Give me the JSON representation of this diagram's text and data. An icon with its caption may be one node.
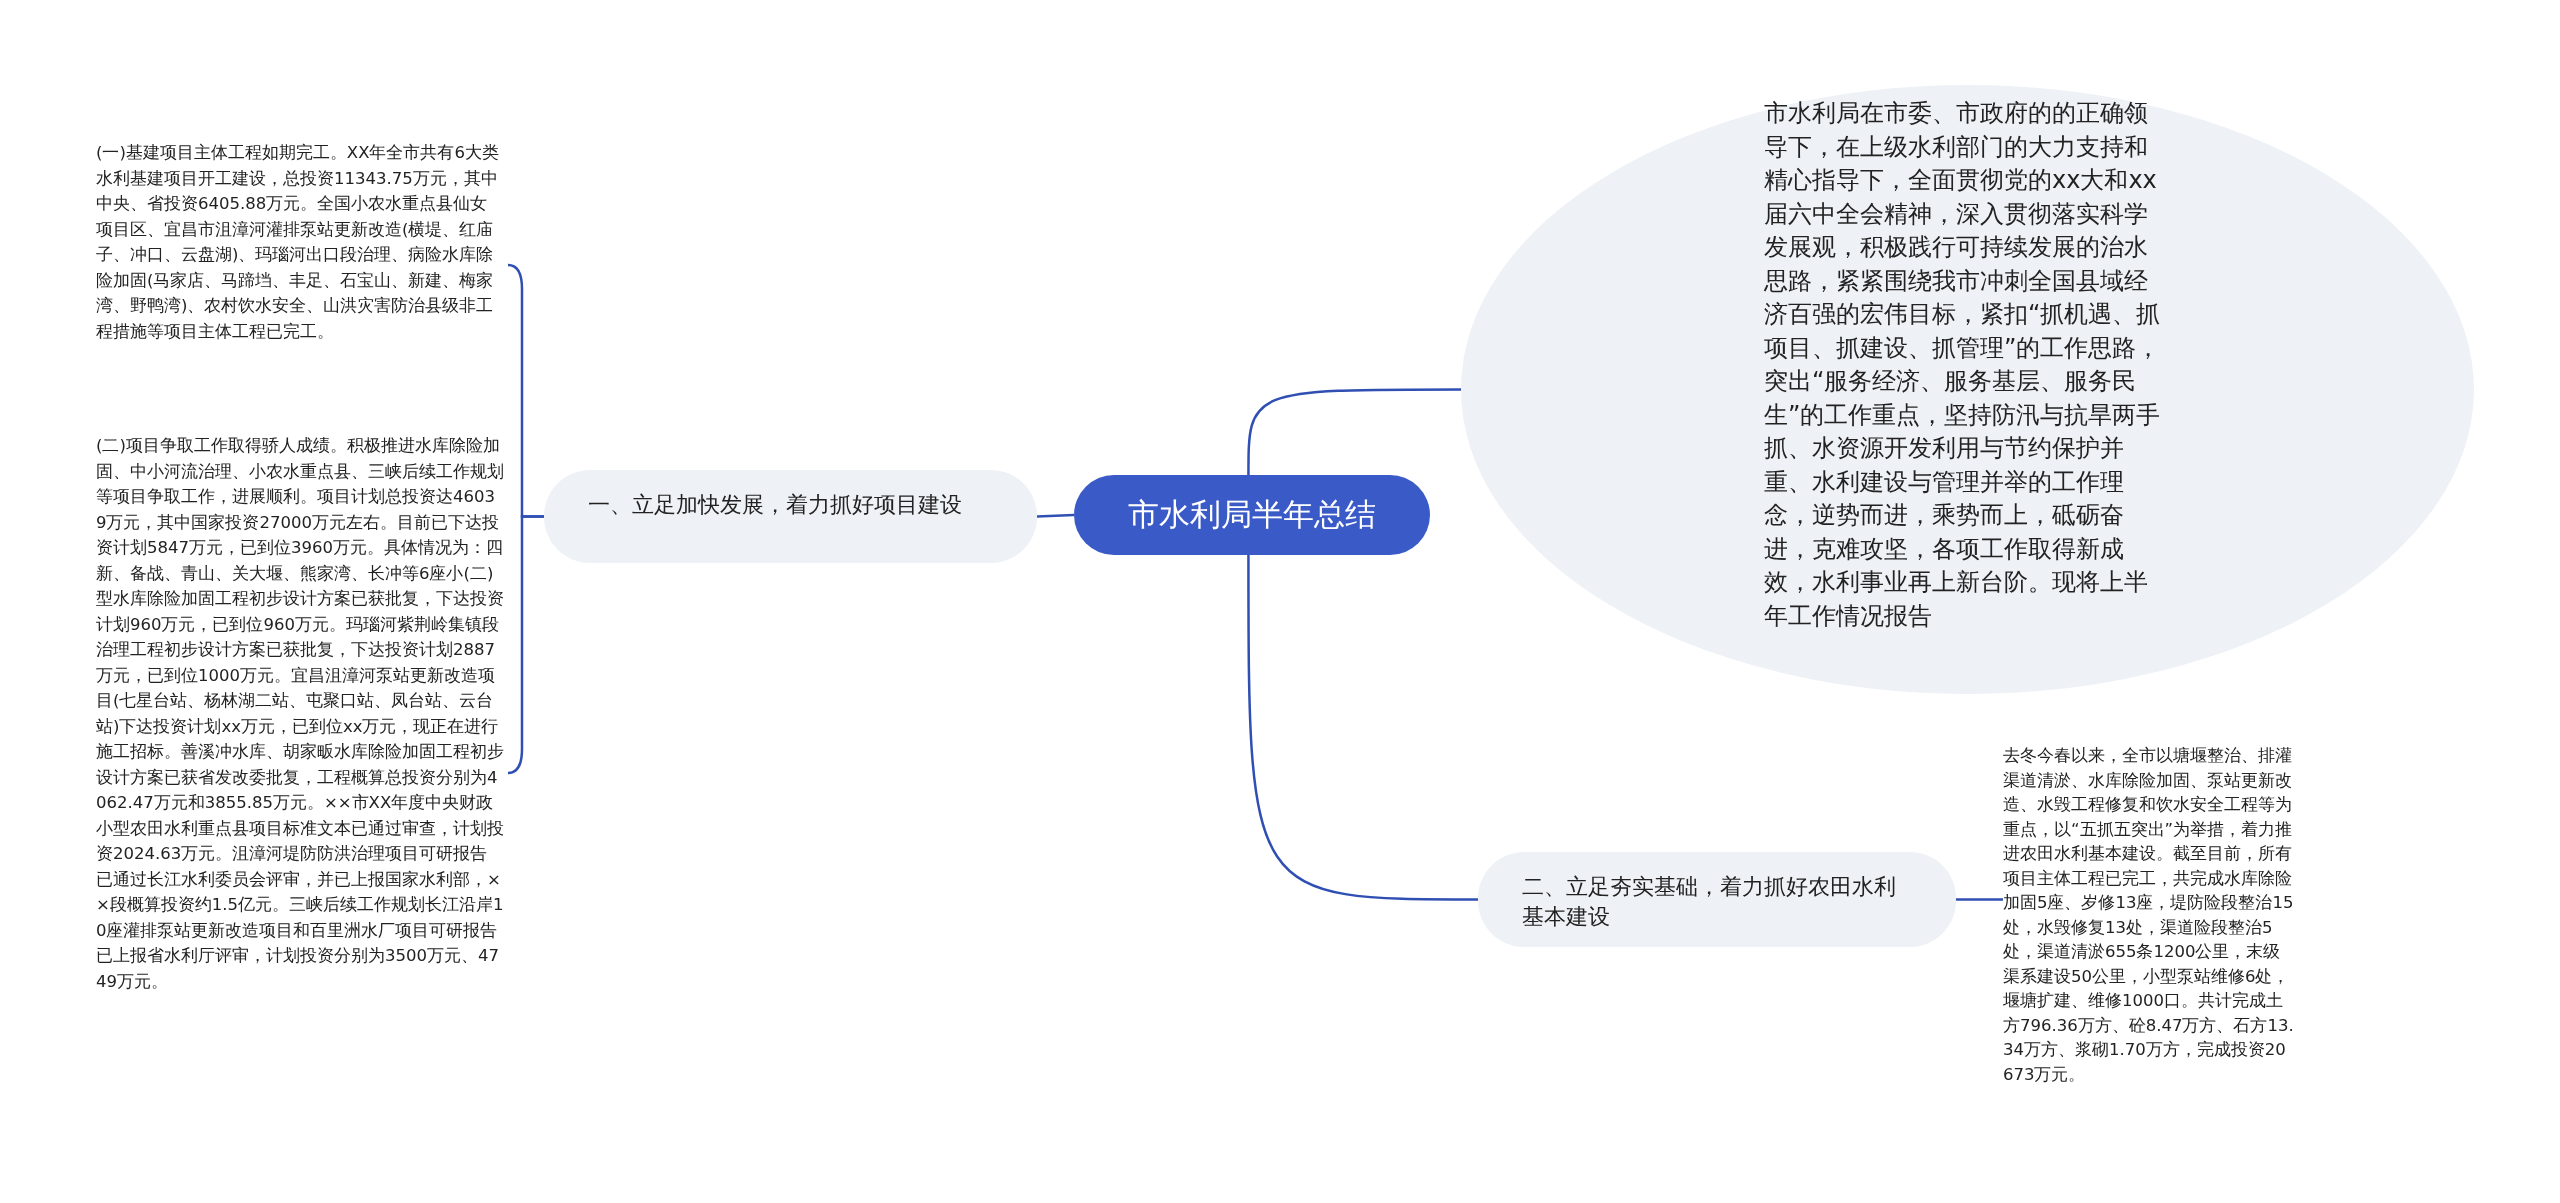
{
  "diagram": {
    "nodes": [
      {
        "text": [
          "市水利局半年总结"
        ]
      },
      {
        "text": [
          "一、立足加快发展，着力抓好项目建设"
        ]
      },
      {
        "text": [
          "(一)基建项目主体工程如期完工。XX年全市共有6大类水利基建项目开工建设，总投资11343.75万元，其中中央、省投资6405.88万元。全国小农水重点县仙女项目区、宜昌市沮漳河灌排泵站更新改造(横堤、红庙子、冲口、云盘湖)、玛瑙河出口段治理、病险水库除险加固(马家店、马蹄垱、丰足、石宝山、新建、梅家湾、野鸭湾)、农村饮水安全、山洪灾害防治县级非工程措施等项目主体工程已完工。"
        ]
      },
      {
        "text": [
          "(二)项目争取工作取得骄人成绩。积极推进水库除险加固、中小河流治理、小农水重点县、三峡后续工作规划等项目争取工作，进展顺利。项目计划总投资达46039万元，其中国家投资27000万元左右。目前已下达投资计划5847万元，已到位3960万元。具体情况为：四新、备战、青山、关大堰、熊家湾、长冲等6座小(二)型水库除险加固工程初步设计方案已获批复，下达投资计划960万元，已到位960万元。玛瑙河紫荆岭集镇段治理工程初步设计方案已获批复，下达投资计划2887万元，已到位1000万元。宜昌沮漳河泵站更新改造项目(七星台站、杨林湖二站、屯聚口站、凤台站、云台站)下达投资计划xx万元，已到位xx万元，现正在进行施工招标。善溪冲水库、胡家畈水库除险加固工程初步设计方案已获省发改委批复，工程概算总投资分别为4062.47万元和3855.85万元。××市XX年度中央财政小型农田水利重点县项目标准文本已通过审查，计划投资2024.63万元。沮漳河堤防防洪治理项目可研报告已通过长江水利委员会评审，并已上报国家水利部，××段概算投资约1.5亿元。三峡后续工作规划长江沿岸10座灌排泵站更新改造项目和百里洲水厂项目可研报告已上报省水利厅评审，计划投资分别为3500万元、4749万元。"
        ]
      },
      {
        "text": [
          "市水利局在市委、市政府的的正确领导下，在上级水利部门的大力支持和精心指导下，全面贯彻党的xx大和xx届六中全会精神，深入贯彻落实科学发展观，积极践行可持续发展的治水思路，紧紧围绕我市冲刺全国县域经济百强的宏伟目标，紧扣“抓机遇、抓项目、抓建设、抓管理”的工作思路，突出“服务经济、服务基层、服务民生”的工作重点，坚持防汛与抗旱两手抓、水资源开发利用与节约保护并重、水利建设与管理并举的工作理念，逆势而进，乘势而上，砥砺奋进，克难攻坚，各项工作取得新成效，水利事业再上新台阶。现将上半年工作情况报告"
        ]
      },
      {
        "text": [
          "二、立足夯实基础，着力抓好农田水利基本建设"
        ]
      },
      {
        "text": [
          "去冬今春以来，全市以塘堰整治、排灌渠道清淤、水库除险加固、泵站更新改造、水毁工程修复和饮水安全工程等为重点，以“五抓五突出”为举措，着力推进农田水利基本建设。截至目前，所有项目主体工程已完工，共完成水库除险加固5座、岁修13座，堤防险段整治15处，水毁修复13处，渠道险段整治5处，渠道清淤655条1200公里，末级渠系建设50公里，小型泵站维修6处，堰塘扩建、维修1000口。共计完成土方796.36万方、砼8.47万方、石方13.34万方、浆砌1.70万方，完成投资20673万元。"
        ]
      }
    ],
    "edges": [
      {
        "from": 0,
        "to": 1,
        "arrow": "none"
      },
      {
        "from": 1,
        "to": 2,
        "arrow": "none"
      },
      {
        "from": 1,
        "to": 3,
        "arrow": "none"
      },
      {
        "from": 0,
        "to": 4,
        "arrow": "none"
      },
      {
        "from": 0,
        "to": 5,
        "arrow": "none"
      },
      {
        "from": 5,
        "to": 6,
        "arrow": "none"
      }
    ]
  }
}
